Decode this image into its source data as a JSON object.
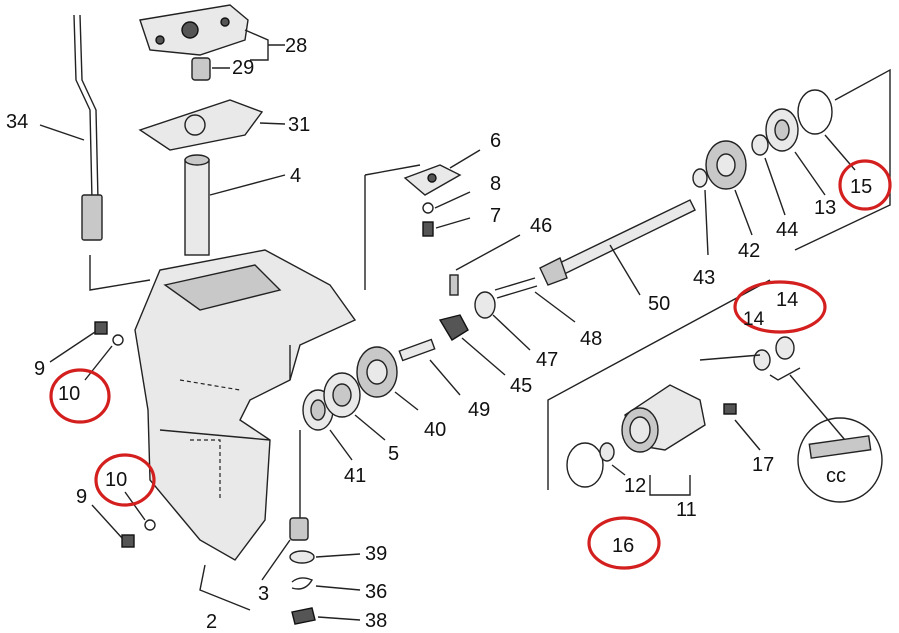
{
  "labels": {
    "l2": "2",
    "l3": "3",
    "l4": "4",
    "l5": "5",
    "l6": "6",
    "l7": "7",
    "l8": "8",
    "l9a": "9",
    "l9b": "9",
    "l10a": "10",
    "l10b": "10",
    "l11": "11",
    "l12": "12",
    "l13": "13",
    "l14a": "14",
    "l14b": "14",
    "l15": "15",
    "l16": "16",
    "l17": "17",
    "l28": "28",
    "l29": "29",
    "l31": "31",
    "l34": "34",
    "l36": "36",
    "l38": "38",
    "l39": "39",
    "l40": "40",
    "l41": "41",
    "l42": "42",
    "l43": "43",
    "l44": "44",
    "l45": "45",
    "l46": "46",
    "l47": "47",
    "l48": "48",
    "l49": "49",
    "l50": "50"
  },
  "inset_mark": "cc",
  "colors": {
    "highlight": "#d41f1f",
    "line": "#222222"
  }
}
